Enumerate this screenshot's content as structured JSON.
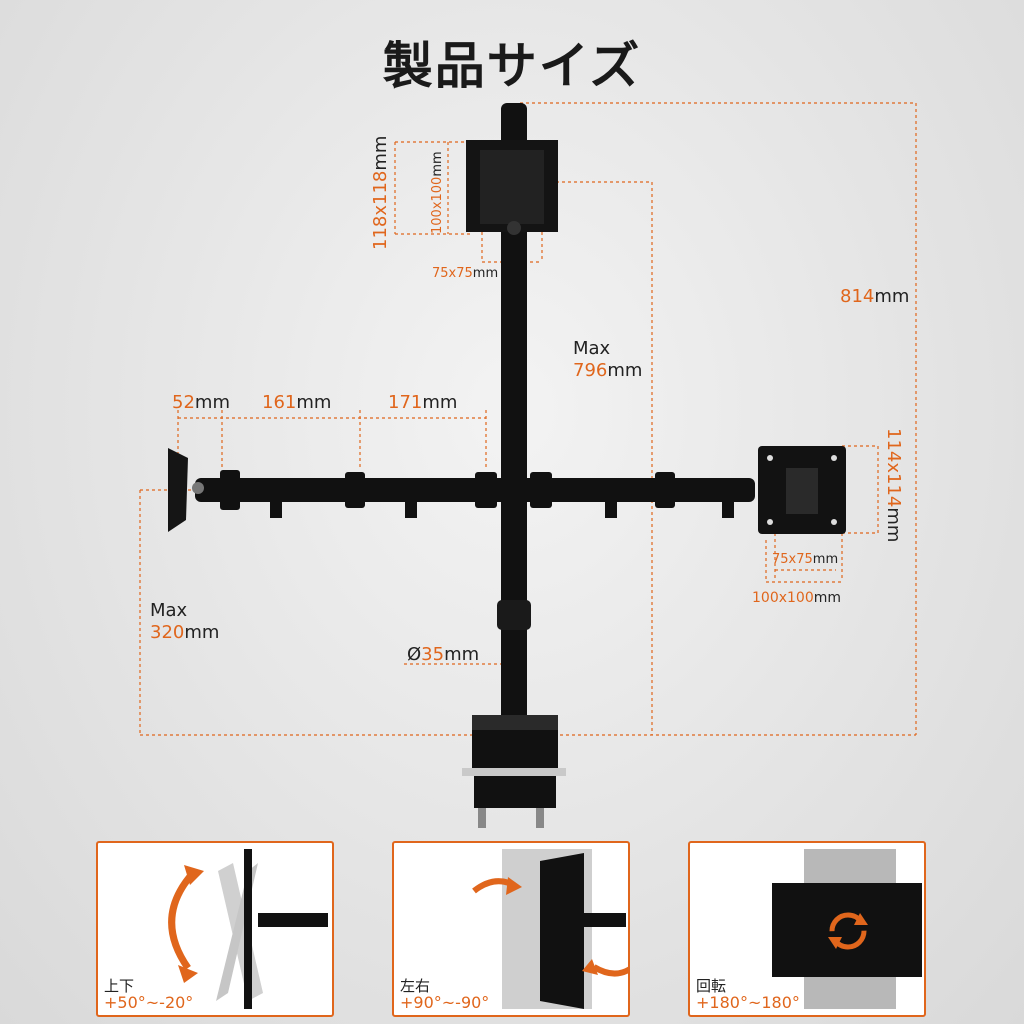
{
  "title": "製品サイズ",
  "colors": {
    "accent": "#e0661c",
    "mount": "#111111"
  },
  "dims": {
    "top_plate": {
      "outer": "118x118",
      "inner": "100x100",
      "small": "75x75",
      "unit": "mm"
    },
    "right_plate": {
      "outer": "114x114",
      "inner": "100x100",
      "small": "75x75",
      "unit": "mm"
    },
    "height_total": {
      "value": "814",
      "unit": "mm"
    },
    "max_height": {
      "prefix": "Max",
      "value": "796",
      "unit": "mm"
    },
    "max_low": {
      "prefix": "Max",
      "value": "320",
      "unit": "mm"
    },
    "arm_segments": [
      {
        "value": "52",
        "unit": "mm"
      },
      {
        "value": "161",
        "unit": "mm"
      },
      {
        "value": "171",
        "unit": "mm"
      }
    ],
    "pole": {
      "symbol": "Ø",
      "value": "35",
      "unit": "mm"
    }
  },
  "panels": [
    {
      "label": "上下",
      "range": "+50°~-20°",
      "icon": "tilt-icon"
    },
    {
      "label": "左右",
      "range": "+90°~-90°",
      "icon": "swivel-icon"
    },
    {
      "label": "回転",
      "range": "+180°~180°",
      "icon": "rotate-icon"
    }
  ]
}
